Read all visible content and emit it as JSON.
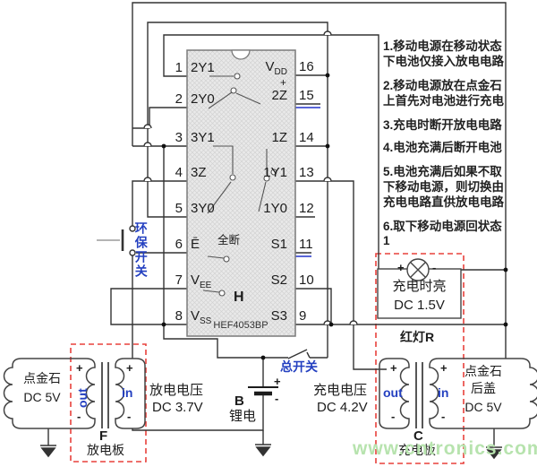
{
  "ic": {
    "part_number": "HEF4053BP",
    "center_mark": "H",
    "vdd_plus": "+",
    "enable_note": "全断",
    "pins_left": [
      {
        "num": "1",
        "label": "2Y1",
        "sub": ""
      },
      {
        "num": "2",
        "label": "2Y0",
        "sub": ""
      },
      {
        "num": "3",
        "label": "3Y1",
        "sub": ""
      },
      {
        "num": "4",
        "label": "3Z",
        "sub": ""
      },
      {
        "num": "5",
        "label": "3Y0",
        "sub": ""
      },
      {
        "num": "6",
        "label": "Ē",
        "sub": ""
      },
      {
        "num": "7",
        "label": "V",
        "sub": "EE"
      },
      {
        "num": "8",
        "label": "V",
        "sub": "SS"
      }
    ],
    "pins_right": [
      {
        "num": "16",
        "label": "V",
        "sub": "DD"
      },
      {
        "num": "15",
        "label": "2Z",
        "sub": ""
      },
      {
        "num": "14",
        "label": "1Z",
        "sub": ""
      },
      {
        "num": "13",
        "label": "1Y1",
        "sub": ""
      },
      {
        "num": "12",
        "label": "1Y0",
        "sub": ""
      },
      {
        "num": "11",
        "label": "S1",
        "sub": ""
      },
      {
        "num": "10",
        "label": "S2",
        "sub": ""
      },
      {
        "num": "9",
        "label": "S3",
        "sub": ""
      }
    ]
  },
  "notes": {
    "lines": [
      "1.移动电源在移动状态",
      "下电池仅接入放电电路",
      "2.移动电源放在点金石",
      "上首先对电池进行充电",
      "3.充电时断开放电电路",
      "4.电池充满后断开电池",
      "5.电池充满后如果不取",
      "下移动电源，则切换由",
      "充电电路直供放电电路",
      "6.取下移动电源回状态1"
    ]
  },
  "switches": {
    "eco_switch": "环保开关",
    "main_switch": "总开关"
  },
  "lamp": {
    "line1": "充电时亮",
    "line2": "DC 1.5V",
    "plus": "+",
    "minus": "-",
    "red_lamp_label": "红灯",
    "red_lamp_ref": "R"
  },
  "battery": {
    "ref": "B",
    "name": "锂电",
    "plus": "+",
    "minus": "-"
  },
  "discharge_board": {
    "pad_line1": "点金石",
    "pad_line2": "DC 5V",
    "out": "out",
    "in": "in",
    "voltage_line1": "放电电压",
    "voltage_line2": "DC 3.7V",
    "ref": "F",
    "name": "放电板",
    "plus1": "+",
    "minus1": "-",
    "plus2": "+",
    "minus2": "-"
  },
  "charge_board": {
    "voltage_line1": "充电电压",
    "voltage_line2": "DC 4.2V",
    "out": "out",
    "in": "in",
    "cover_line1": "点金石",
    "cover_line2": "后盖",
    "cover_line3": "DC 5V",
    "ref": "C",
    "name": "充电板",
    "plus1": "+",
    "minus1": "-",
    "plus2": "+",
    "minus2": "-"
  },
  "watermark": "www.cntronics.com",
  "colors": {
    "wire": "#333333",
    "highlight_wire": "#2233cc",
    "dashed_box": "#e8413c",
    "blue_label": "#2440c0",
    "watermark": "#b7e3ae",
    "chip_fill": "#e9e9e9"
  }
}
